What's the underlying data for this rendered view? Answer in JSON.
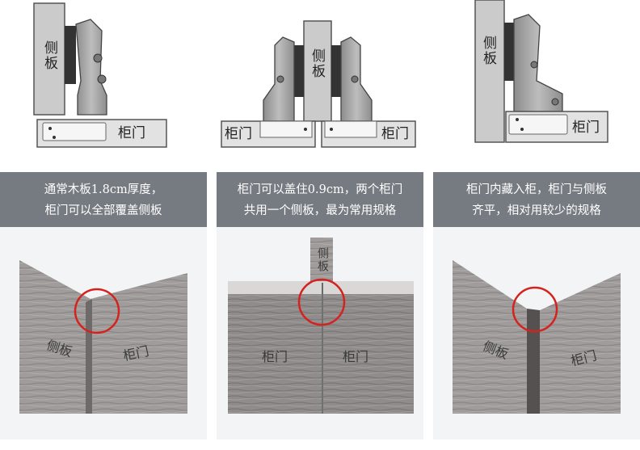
{
  "labels": {
    "side_panel": "侧板",
    "cabinet_door": "柜门"
  },
  "panels": [
    {
      "caption_lines": [
        "通常木板1.8cm厚度，",
        "柜门可以全部覆盖侧板"
      ]
    },
    {
      "caption_lines": [
        "柜门可以盖住0.9cm，两个柜门",
        "共用一个侧板，最为常用规格"
      ]
    },
    {
      "caption_lines": [
        "柜门内藏入柜，柜门与侧板",
        "齐平，相对用较少的规格"
      ]
    }
  ],
  "colors": {
    "caption_bar": "#767b82",
    "highlight_circle": "#d4231f",
    "wood_light": "#a9a7a6",
    "wood_dark": "#777575",
    "panel_fill": "#c9c9c9"
  }
}
